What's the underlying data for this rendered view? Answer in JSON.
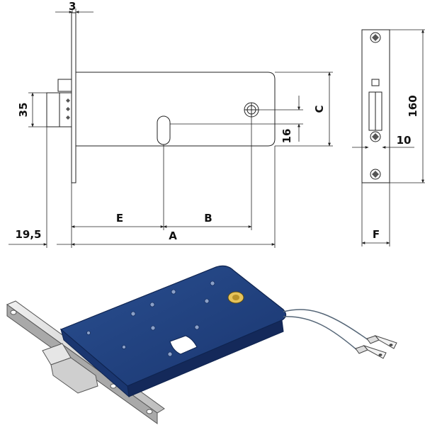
{
  "dimensions": {
    "d3": "3",
    "d35": "35",
    "d19_5": "19,5",
    "dE": "E",
    "dB": "B",
    "dA": "A",
    "dC": "C",
    "d16": "16",
    "d160": "160",
    "d10": "10",
    "dF": "F"
  },
  "colors": {
    "lock_case": "#1f3f7a",
    "lock_case_edge": "#0f2450",
    "faceplate": "#d8d8d8",
    "cylinder_hole": "#e6c35a",
    "line": "#222222"
  },
  "icons": {
    "screw": "screw-icon",
    "keyhole": "keyhole-icon",
    "connector": "connector-icon"
  }
}
